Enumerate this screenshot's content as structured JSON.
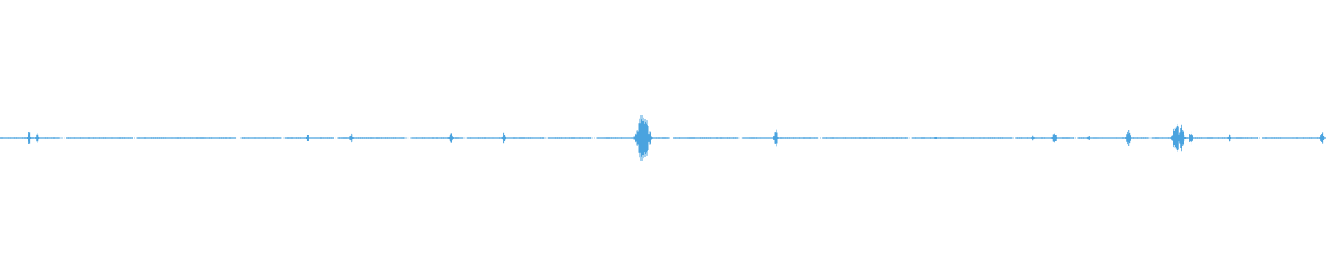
{
  "waveform": {
    "color": "#4aa3df",
    "background": "#ffffff",
    "baseline_position": "center",
    "bursts": [
      {
        "t": 0.022,
        "amp": 0.03
      },
      {
        "t": 0.028,
        "amp": 0.02
      },
      {
        "t": 0.232,
        "amp": 0.015
      },
      {
        "t": 0.265,
        "amp": 0.025
      },
      {
        "t": 0.34,
        "amp": 0.03
      },
      {
        "t": 0.38,
        "amp": 0.02
      },
      {
        "t": 0.485,
        "amp": 0.11
      },
      {
        "t": 0.585,
        "amp": 0.035
      },
      {
        "t": 0.706,
        "amp": 0.008
      },
      {
        "t": 0.779,
        "amp": 0.01
      },
      {
        "t": 0.795,
        "amp": 0.035
      },
      {
        "t": 0.821,
        "amp": 0.01
      },
      {
        "t": 0.851,
        "amp": 0.035
      },
      {
        "t": 0.887,
        "amp": 0.065
      },
      {
        "t": 0.891,
        "amp": 0.05
      },
      {
        "t": 0.898,
        "amp": 0.03
      },
      {
        "t": 0.927,
        "amp": 0.015
      },
      {
        "t": 0.997,
        "amp": 0.03
      }
    ],
    "gaps": [
      [
        0.045,
        0.05
      ],
      [
        0.1,
        0.103
      ],
      [
        0.178,
        0.182
      ],
      [
        0.212,
        0.215
      ],
      [
        0.252,
        0.255
      ],
      [
        0.305,
        0.31
      ],
      [
        0.349,
        0.352
      ],
      [
        0.41,
        0.413
      ],
      [
        0.446,
        0.45
      ],
      [
        0.505,
        0.508
      ],
      [
        0.557,
        0.56
      ],
      [
        0.617,
        0.62
      ],
      [
        0.685,
        0.688
      ],
      [
        0.763,
        0.766
      ],
      [
        0.81,
        0.813
      ],
      [
        0.866,
        0.869
      ],
      [
        0.949,
        0.952
      ]
    ]
  }
}
